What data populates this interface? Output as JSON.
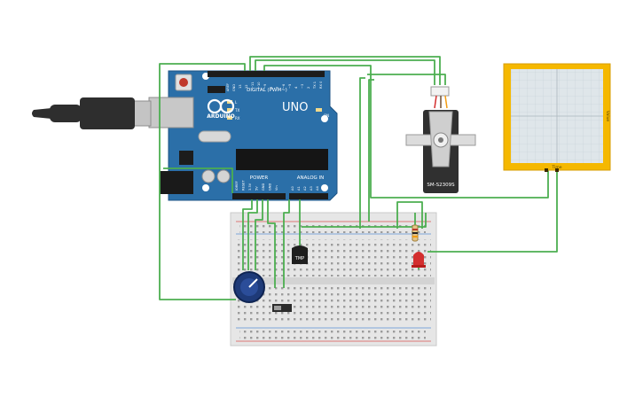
{
  "board": {
    "brand": "ARDUINO",
    "model": "UNO",
    "digital_label": "DIGITAL (PWM~)",
    "power_label": "POWER",
    "analog_label": "ANALOG IN",
    "on_label": "ON",
    "tx_label": "TX",
    "rx_label": "RX",
    "l_label": "L",
    "aref_label": "AREF",
    "gnd_label": "GND",
    "digital_pins": [
      "13",
      "12",
      "~11",
      "~10",
      "~9",
      "8",
      "7",
      "~6",
      "~5",
      "4",
      "~3",
      "2",
      "TX 1",
      "RX 0"
    ],
    "power_pins": [
      "IOREF",
      "RESET",
      "3.3V",
      "5V",
      "GND",
      "GND",
      "Vin"
    ],
    "analog_pins": [
      "A0",
      "A1",
      "A2",
      "A3",
      "A4",
      "A5"
    ]
  },
  "servo": {
    "model": "SM-S2309S"
  },
  "sensor": {
    "label": "TMP"
  },
  "plotter": {
    "bottom_label": "Time",
    "side_label": "Value"
  },
  "colors": {
    "wire": "#4caf50",
    "board": "#2b6fa8",
    "plotter": "#f5b800",
    "led": "#d32f2f",
    "rail": "#d9534f"
  },
  "icons": [
    "usb-cable-icon",
    "arduino-infinity-logo-icon",
    "potentiometer-knob-icon",
    "slide-switch-icon",
    "led-icon",
    "resistor-icon"
  ]
}
